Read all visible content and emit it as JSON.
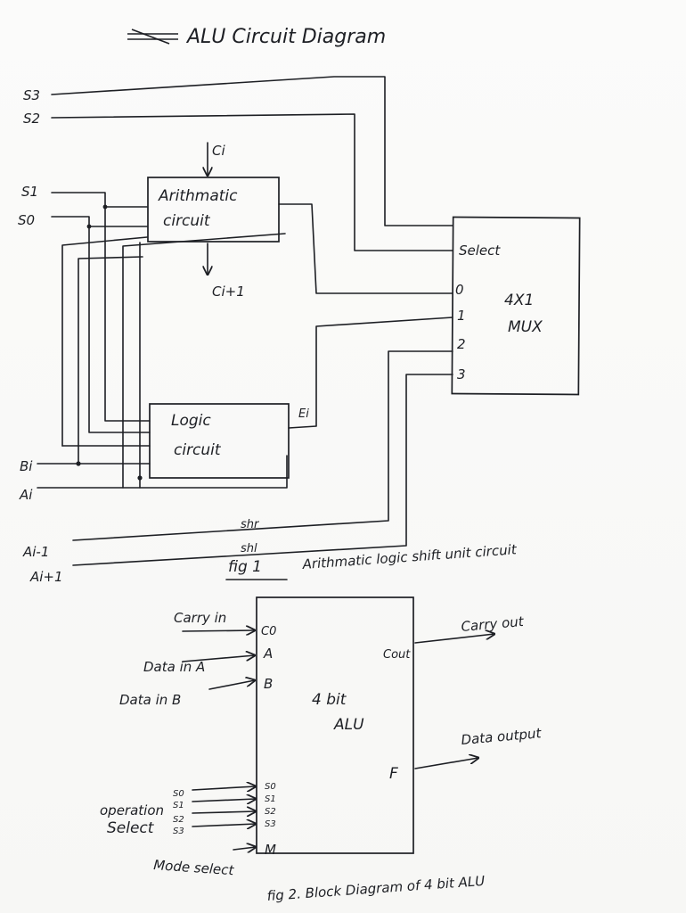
{
  "title": "ALU Circuit Diagram",
  "fig1": {
    "inputs": {
      "s3": "S3",
      "s2": "S2",
      "s1": "S1",
      "s0": "S0",
      "bi": "Bi",
      "ai": "Ai",
      "aim1": "Ai-1",
      "aip1": "Ai+1"
    },
    "arith_line1": "Arithmatic",
    "arith_line2": "circuit",
    "carry_in": "Ci",
    "carry_out": "Ci+1",
    "logic_line1": "Logic",
    "logic_line2": "circuit",
    "logic_out": "Ei",
    "mux_select": "Select",
    "mux_inputs": [
      "0",
      "1",
      "2",
      "3"
    ],
    "mux_line1": "4X1",
    "mux_line2": "MUX",
    "shr": "shr",
    "shl": "shl",
    "caption_num": "fig 1",
    "caption": "Arithmatic logic shift unit circuit"
  },
  "fig2": {
    "carry_in": "Carry in",
    "data_a": "Data in A",
    "data_b": "Data in B",
    "op_select_1": "operation",
    "op_select_2": "Select",
    "op_subs": [
      "S0",
      "S1",
      "S2",
      "S3"
    ],
    "mode_select": "Mode select",
    "pin_c0": "C0",
    "pin_a": "A",
    "pin_b": "B",
    "pins_s": [
      "S0",
      "S1",
      "S2",
      "S3"
    ],
    "pin_m": "M",
    "pin_cout": "Cout",
    "pin_f": "F",
    "alu_line1": "4 bit",
    "alu_line2": "ALU",
    "carry_out": "Carry out",
    "data_out": "Data output",
    "caption": "fig 2. Block Diagram of 4 bit ALU"
  }
}
